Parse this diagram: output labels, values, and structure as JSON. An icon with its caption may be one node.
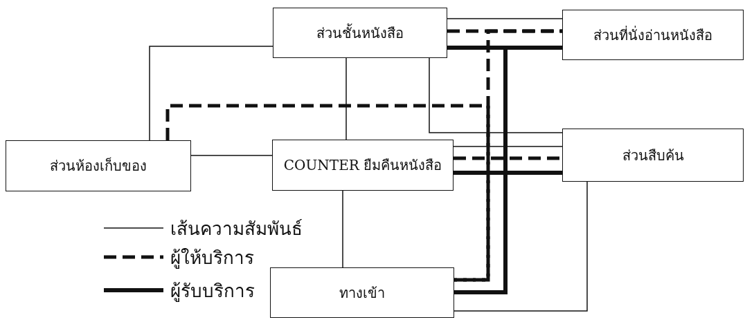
{
  "diagram": {
    "nodes": [
      {
        "text": [
          "ส่วนชั้นหนังสือ"
        ]
      },
      {
        "text": [
          "ส่วนที่นั่งอ่านหนังสือ"
        ]
      },
      {
        "text": [
          "ส่วนห้องเก็บของ"
        ]
      },
      {
        "text": [
          "COUNTER ยืมคืนหนังสือ"
        ]
      },
      {
        "text": [
          "ส่วนสืบค้น"
        ]
      },
      {
        "text": [
          "ทางเข้า"
        ]
      }
    ],
    "edges": [
      {
        "from": 0,
        "to": 2,
        "arrow": "none"
      },
      {
        "from": 0,
        "to": 3,
        "arrow": "none"
      },
      {
        "from": 2,
        "to": 3,
        "arrow": "none"
      },
      {
        "from": 0,
        "to": 1,
        "arrow": "none"
      },
      {
        "from": 0,
        "to": 4,
        "arrow": "none"
      },
      {
        "from": 3,
        "to": 4,
        "arrow": "none"
      },
      {
        "from": 3,
        "to": 5,
        "arrow": "none"
      },
      {
        "from": 5,
        "to": 4,
        "arrow": "none"
      },
      {
        "from": 0,
        "to": 1,
        "arrow": "none",
        "style": "dashed"
      },
      {
        "from": 3,
        "to": 4,
        "arrow": "none",
        "style": "dashed"
      },
      {
        "from": 2,
        "to": 5,
        "arrow": "none",
        "style": "dashed"
      },
      {
        "from": 5,
        "to": 1,
        "arrow": "none",
        "style": "dashed"
      },
      {
        "from": 0,
        "to": 1,
        "arrow": "none",
        "style": "thick"
      },
      {
        "from": 3,
        "to": 4,
        "arrow": "none",
        "style": "thick"
      },
      {
        "from": 5,
        "to": 1,
        "arrow": "none",
        "style": "thick"
      }
    ],
    "legend": [
      {
        "text": "เส้นความสัมพันธ์"
      },
      {
        "text": "ผู้ให้บริการ"
      },
      {
        "text": "ผู้รับบริการ"
      }
    ]
  }
}
